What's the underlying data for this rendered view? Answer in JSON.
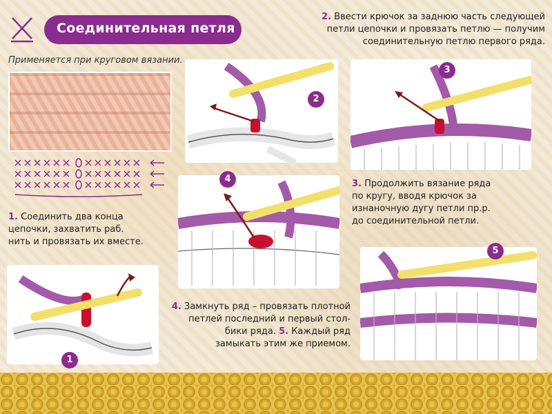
{
  "title": "Соединительная петля",
  "subtitle": "Применяется при круговом вязании.",
  "steps": {
    "s1": {
      "num": "1.",
      "lines": [
        "Соединить два конца",
        "цепочки, захватить раб.",
        "нить и провязать их вместе."
      ]
    },
    "s2": {
      "num": "2.",
      "lines": [
        "Ввести крючок за заднюю часть следующей",
        "петли цепочки и провязать петлю — получим",
        "соединительную петлю первого ряда."
      ]
    },
    "s3": {
      "num": "3.",
      "lines": [
        "Продолжить вязание ряда",
        "по кругу, вводя крючок за",
        "изнаночную дугу петли пр.р.",
        "до соединительной петли."
      ]
    },
    "s45": {
      "num4": "4.",
      "line1": "Замкнуть ряд – провязать плотной",
      "line2": "петлей последний и первый стол-",
      "line3_pre": "бики ряда.",
      "num5": "5.",
      "line3_post": "Каждый ряд",
      "line4": "замыкать этим же приемом."
    }
  },
  "badges": [
    "1",
    "2",
    "3",
    "4",
    "5"
  ],
  "colors": {
    "accent": "#8a2c8f",
    "yarn_purple": "#a35aa8",
    "hook_yellow": "#f3e06a",
    "marker_red": "#c8102e"
  }
}
